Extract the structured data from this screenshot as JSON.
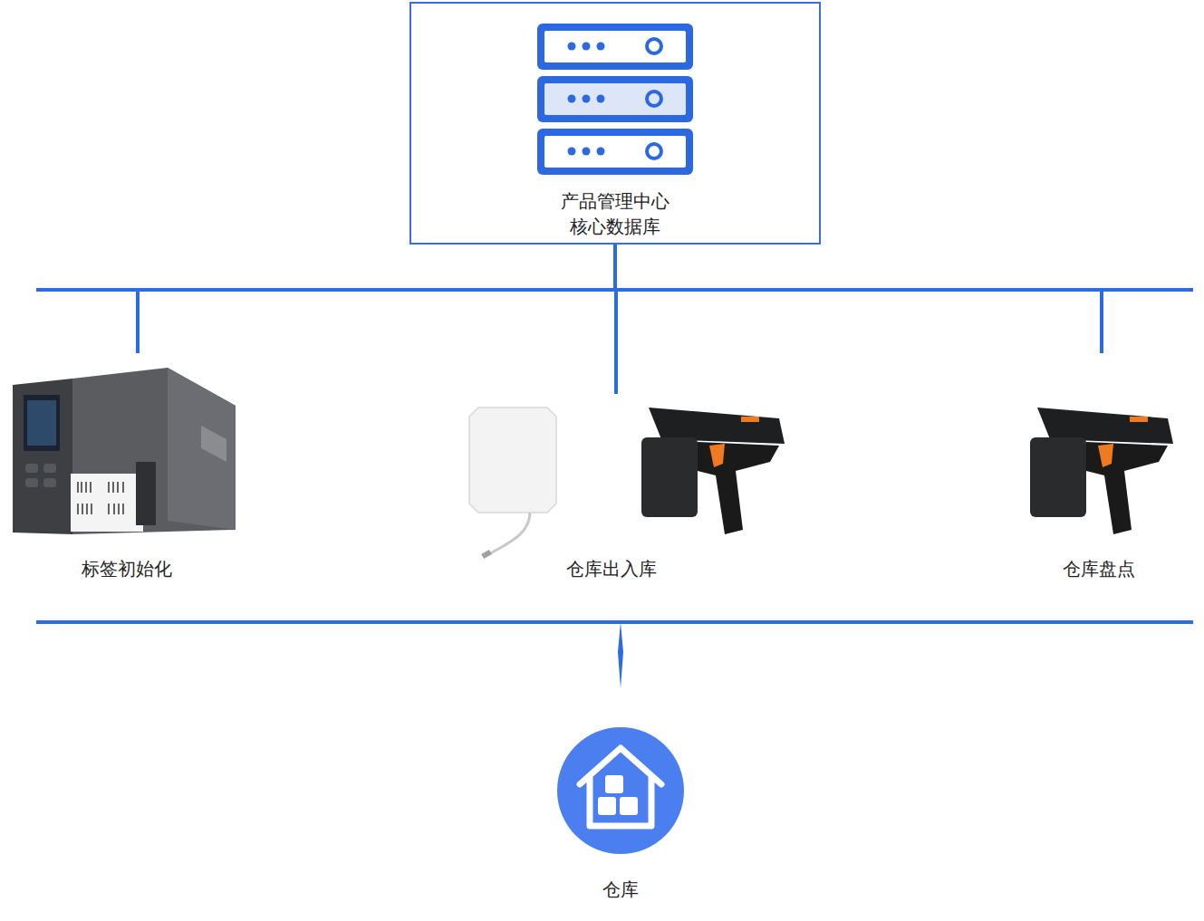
{
  "diagram": {
    "nodes": [
      {
        "text": [
          "产品管理中心 核心数据库"
        ]
      },
      {
        "text": [
          "标签初始化"
        ]
      },
      {
        "text": [
          "仓库出入库"
        ]
      },
      {
        "text": [
          "仓库盘点"
        ]
      },
      {
        "text": [
          "仓库"
        ]
      }
    ],
    "edges": [
      {
        "from": 0,
        "to": 1,
        "arrow": "none"
      },
      {
        "from": 0,
        "to": 2,
        "arrow": "none"
      },
      {
        "from": 0,
        "to": 3,
        "arrow": "none"
      }
    ]
  }
}
